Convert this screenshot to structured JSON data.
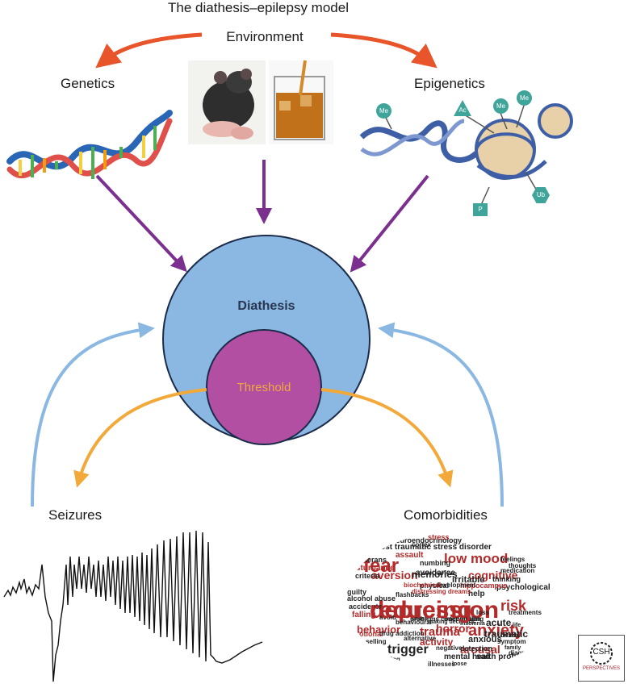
{
  "title": "The diathesis–epilepsy model",
  "labels": {
    "environment": "Environment",
    "genetics": "Genetics",
    "epigenetics": "Epigenetics",
    "diathesis": "Diathesis",
    "threshold": "Threshold",
    "seizures": "Seizures",
    "comorbidities": "Comorbidities"
  },
  "epigenetic_marks": [
    "Me",
    "Ac",
    "Me",
    "Me",
    "Ub",
    "P"
  ],
  "logo": {
    "top": "CSH",
    "bottom": "PERSPECTIVES"
  },
  "colors": {
    "environment_arrows": "#e8552a",
    "inputs_arrows": "#7b2f8e",
    "feedback_arrows": "#8ab8e2",
    "output_arrows": "#f2a93a",
    "diathesis_fill": "#8ab8e2",
    "threshold_fill": "#b24fa2",
    "threshold_text": "#f0a93c",
    "wordcloud_red": "#b22a2a"
  },
  "wordcloud": {
    "words": [
      "depression",
      "fear",
      "anxiety",
      "risk",
      "trigger",
      "low mood",
      "arousal",
      "aversion",
      "memories",
      "cognitive",
      "post traumatic stress disorder",
      "behavior",
      "traumatic",
      "neuroendocrinology",
      "stress",
      "assault",
      "veterans",
      "numbing",
      "disturbance",
      "irritable",
      "avoidance",
      "thinking",
      "criteria",
      "falling",
      "guilty",
      "emotional",
      "trauma",
      "horror",
      "activity",
      "anxious",
      "acute",
      "psychological",
      "physical",
      "help",
      "sad",
      "mental health problems",
      "alcohol abuse",
      "accidents",
      "counselling",
      "hippocampus",
      "cortex",
      "feelings",
      "thoughts",
      "flashbacks",
      "distressing dreams",
      "medication",
      "development",
      "loss",
      "drug addiction",
      "behavioural",
      "feeling",
      "detection",
      "negative",
      "treatments",
      "intervention",
      "alternative",
      "death",
      "diagnostic",
      "symptom",
      "illnesses",
      "avoid",
      "problems concentrating",
      "biochemical",
      "cause",
      "family",
      "life",
      "loose",
      "making decisions",
      "insomnia",
      "reducing"
    ]
  }
}
